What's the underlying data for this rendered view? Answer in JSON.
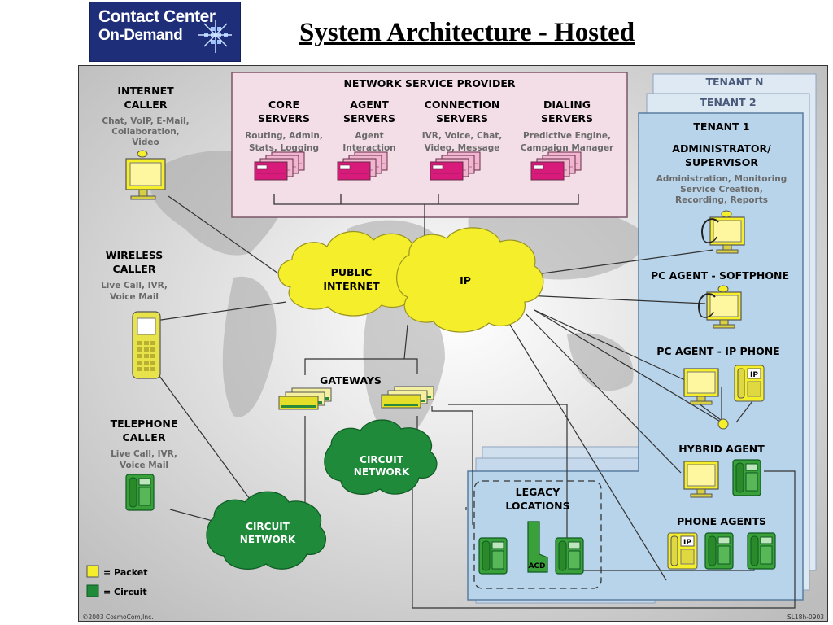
{
  "logo": {
    "line1": "Contact Center",
    "line2": "On-Demand"
  },
  "title": "System Architecture - Hosted",
  "network_provider": {
    "title": "NETWORK SERVICE PROVIDER",
    "servers": [
      {
        "name1": "CORE",
        "name2": "SERVERS",
        "desc1": "Routing, Admin,",
        "desc2": "Stats, Logging"
      },
      {
        "name1": "AGENT",
        "name2": "SERVERS",
        "desc1": "Agent",
        "desc2": "Interaction"
      },
      {
        "name1": "CONNECTION",
        "name2": "SERVERS",
        "desc1": "IVR, Voice, Chat,",
        "desc2": "Video, Message"
      },
      {
        "name1": "DIALING",
        "name2": "SERVERS",
        "desc1": "Predictive Engine,",
        "desc2": "Campaign Manager"
      }
    ]
  },
  "callers": {
    "internet": {
      "title1": "INTERNET",
      "title2": "CALLER",
      "desc1": "Chat, VoIP, E-Mail,",
      "desc2": "Collaboration,",
      "desc3": "Video"
    },
    "wireless": {
      "title1": "WIRELESS",
      "title2": "CALLER",
      "desc1": "Live Call, IVR,",
      "desc2": "Voice Mail"
    },
    "telephone": {
      "title1": "TELEPHONE",
      "title2": "CALLER",
      "desc1": "Live Call, IVR,",
      "desc2": "Voice Mail"
    }
  },
  "clouds": {
    "public_internet1": "PUBLIC",
    "public_internet2": "INTERNET",
    "ip": "IP",
    "circuit_upper1": "CIRCUIT",
    "circuit_upper2": "NETWORK",
    "circuit_lower1": "CIRCUIT",
    "circuit_lower2": "NETWORK"
  },
  "gateways": "GATEWAYS",
  "legacy": {
    "line1": "LEGACY",
    "line2": "LOCATIONS",
    "acd": "ACD"
  },
  "tenants": {
    "n": "TENANT N",
    "two": "TENANT 2",
    "one": "TENANT 1",
    "admin_title1": "ADMINISTRATOR/",
    "admin_title2": "SUPERVISOR",
    "admin_desc1": "Administration, Monitoring",
    "admin_desc2": "Service Creation,",
    "admin_desc3": "Recording, Reports",
    "pc_softphone": "PC AGENT - SOFTPHONE",
    "pc_ipphone": "PC AGENT - IP PHONE",
    "hybrid": "HYBRID AGENT",
    "phone_agents": "PHONE AGENTS",
    "ip_badge": "IP"
  },
  "legend": {
    "packet": "= Packet",
    "circuit": "= Circuit",
    "packet_color": "#f5ee2a",
    "circuit_color": "#1e8a3a"
  },
  "footer": {
    "copyright": "©2003 CosmoCom,Inc.",
    "code": "SL18h-0903"
  }
}
